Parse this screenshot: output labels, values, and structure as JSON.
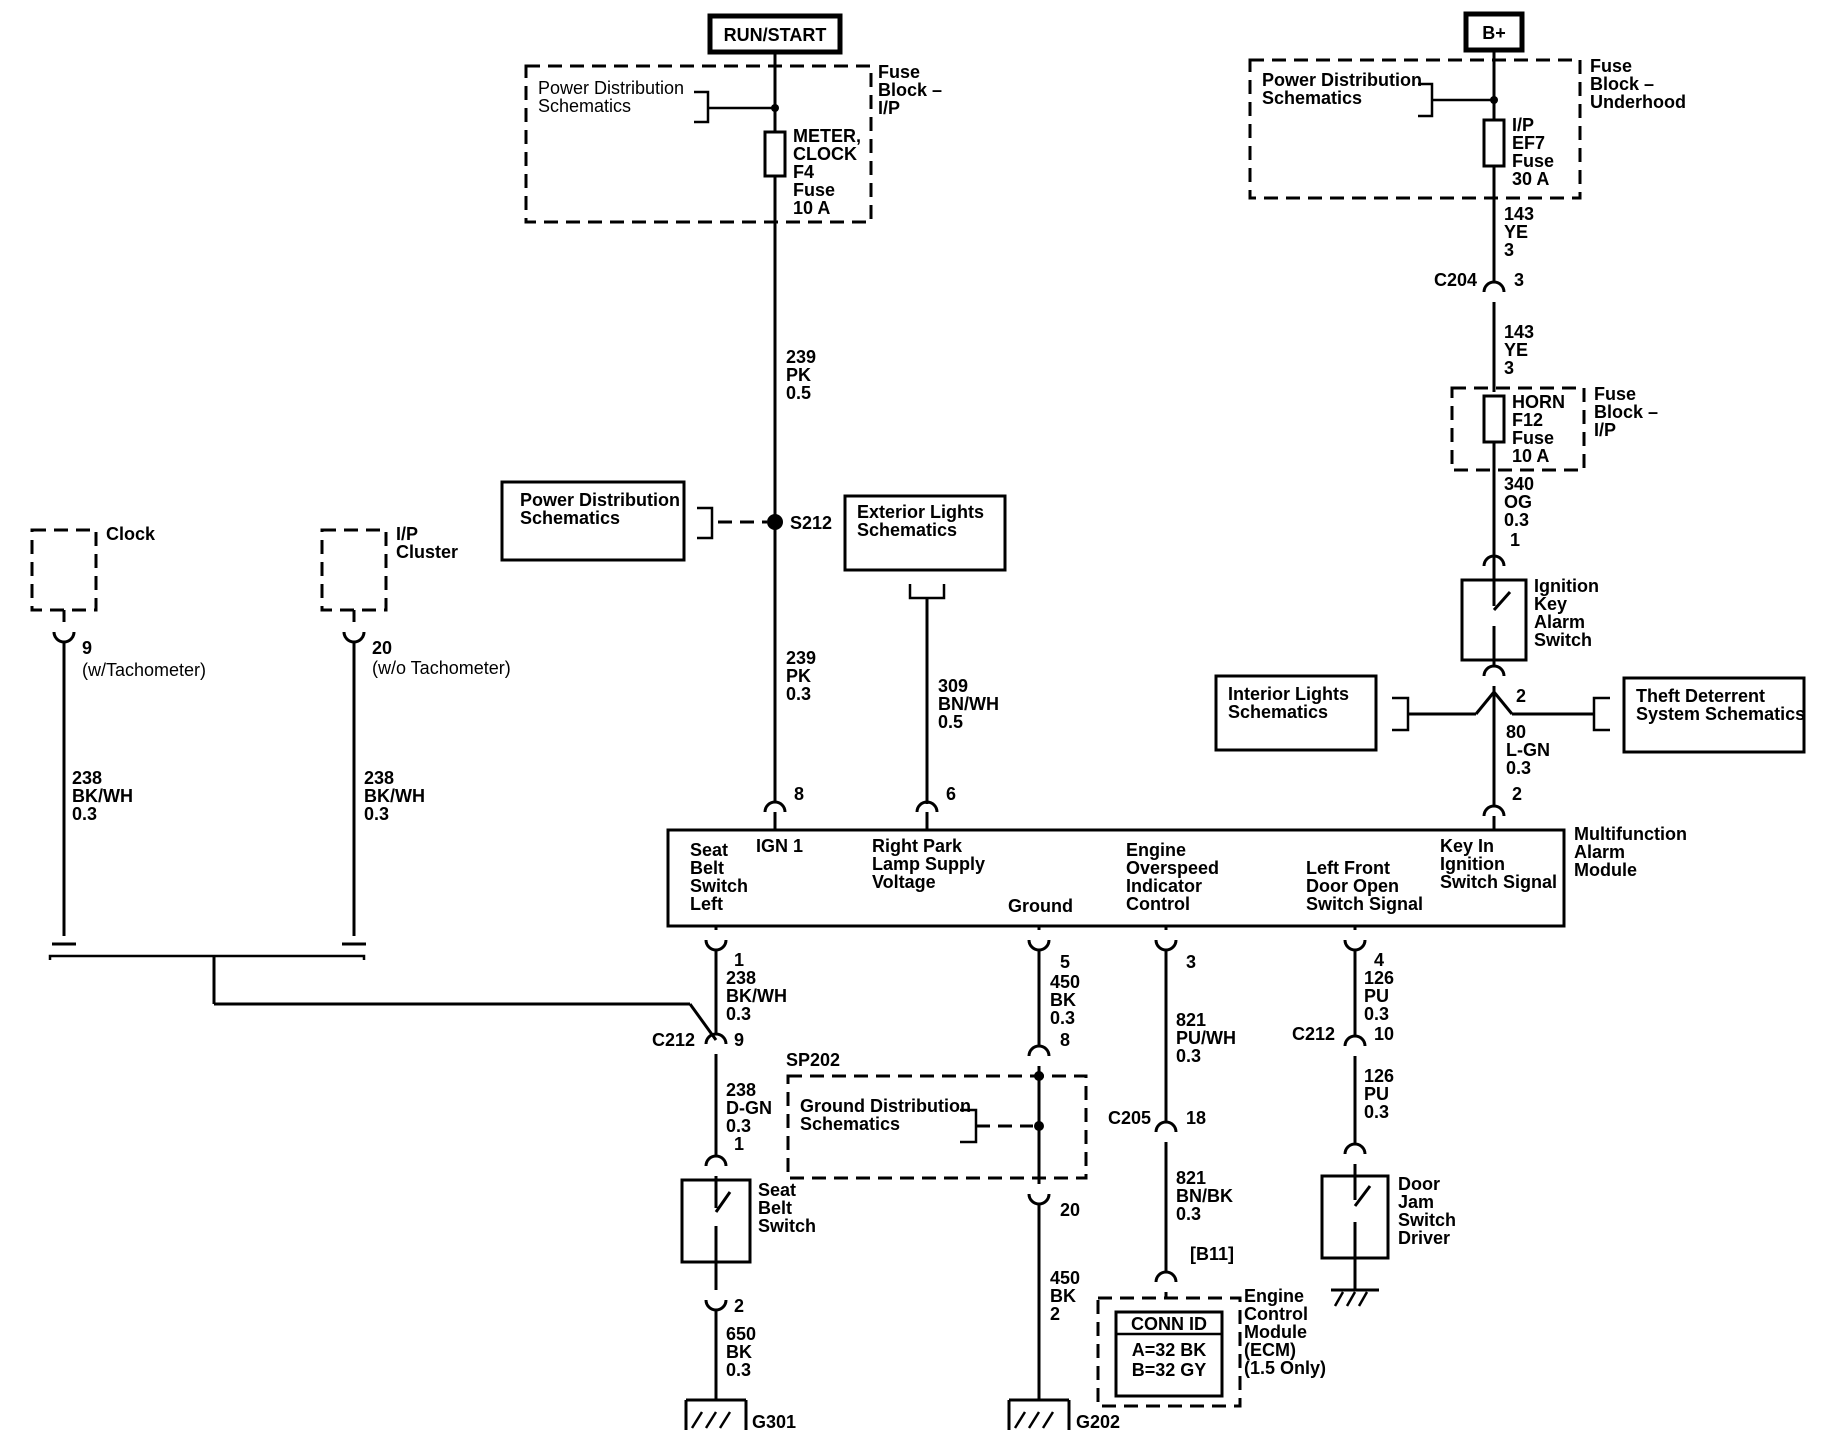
{
  "sources": {
    "run_start": "RUN/START",
    "b_plus": "B+"
  },
  "fuse_f4": {
    "power_dist": [
      "Power Distribution",
      "Schematics"
    ],
    "block": [
      "Fuse",
      "Block –",
      "I/P"
    ],
    "label": [
      "METER,",
      "CLOCK",
      "F4",
      "Fuse",
      "10 A"
    ]
  },
  "fuse_ef7": {
    "power_dist": [
      "Power Distribution",
      "Schematics"
    ],
    "block": [
      "Fuse",
      "Block –",
      "Underhood"
    ],
    "label": [
      "I/P",
      "EF7",
      "Fuse",
      "30 A"
    ]
  },
  "fuse_f12": {
    "block": [
      "Fuse",
      "Block –",
      "I/P"
    ],
    "label": [
      "HORN",
      "F12",
      "Fuse",
      "10 A"
    ]
  },
  "wires": {
    "w239_top": [
      "239",
      "PK",
      "0.5"
    ],
    "w239_bot": [
      "239",
      "PK",
      "0.3"
    ],
    "w309": [
      "309",
      "BN/WH",
      "0.5"
    ],
    "w143_a": [
      "143",
      "YE",
      "3"
    ],
    "w143_b": [
      "143",
      "YE",
      "3"
    ],
    "w340": [
      "340",
      "OG",
      "0.3"
    ],
    "w80": [
      "80",
      "L-GN",
      "0.3"
    ],
    "w238_clock": [
      "238",
      "BK/WH",
      "0.3"
    ],
    "w238_ip": [
      "238",
      "BK/WH",
      "0.3"
    ],
    "w238_module": [
      "238",
      "BK/WH",
      "0.3"
    ],
    "w238_dgn": [
      "238",
      "D-GN",
      "0.3"
    ],
    "w650": [
      "650",
      "BK",
      "0.3"
    ],
    "w450_a": [
      "450",
      "BK",
      "0.3"
    ],
    "w450_b": [
      "450",
      "BK",
      "2"
    ],
    "w821_a": [
      "821",
      "PU/WH",
      "0.3"
    ],
    "w821_b": [
      "821",
      "BN/BK",
      "0.3"
    ],
    "w126_a": [
      "126",
      "PU",
      "0.3"
    ],
    "w126_b": [
      "126",
      "PU",
      "0.3"
    ]
  },
  "splices": {
    "s212": "S212",
    "sp202": "SP202"
  },
  "connectors": {
    "c204": "C204",
    "c212_left": "C212",
    "c212_right": "C212",
    "c205": "C205"
  },
  "pins": {
    "c204": "3",
    "ignkey_1": "1",
    "ignkey_2": "2",
    "m8": "8",
    "m6": "6",
    "m2": "2",
    "m1": "1",
    "m5": "5",
    "m3": "3",
    "m4": "4",
    "c212_9": "9",
    "sp202_8": "8",
    "c212_10": "10",
    "c205_18": "18",
    "seat_1": "1",
    "seat_2": "2",
    "ground_20": "20",
    "clock_pin": "9",
    "clock_note": "(w/Tachometer)",
    "ip_pin": "20",
    "ip_note": "(w/o Tachometer)",
    "ecm_pin": "[B11]"
  },
  "boxes": {
    "power_dist_s212": [
      "Power Distribution",
      "Schematics"
    ],
    "exterior_lights": [
      "Exterior Lights",
      "Schematics"
    ],
    "interior_lights": [
      "Interior Lights",
      "Schematics"
    ],
    "theft_deterrent": [
      "Theft Deterrent",
      "System Schematics"
    ],
    "ground_dist": [
      "Ground Distribution",
      "Schematics"
    ]
  },
  "components": {
    "clock": "Clock",
    "ip_cluster": [
      "I/P",
      "Cluster"
    ],
    "ignition_key_switch": [
      "Ignition",
      "Key",
      "Alarm",
      "Switch"
    ],
    "seat_belt_switch": [
      "Seat",
      "Belt",
      "Switch"
    ],
    "door_jam_switch": [
      "Door",
      "Jam",
      "Switch",
      "Driver"
    ],
    "ecm": [
      "Engine",
      "Control",
      "Module",
      "(ECM)",
      "(1.5 Only)"
    ],
    "conn_id": [
      "CONN ID",
      "A=32 BK",
      "B=32 GY"
    ]
  },
  "module": {
    "name": [
      "Multifunction",
      "Alarm",
      "Module"
    ],
    "seat_belt": [
      "Seat",
      "Belt",
      "Switch",
      "Left"
    ],
    "ign1": "IGN 1",
    "right_park": [
      "Right Park",
      "Lamp Supply",
      "Voltage"
    ],
    "ground": "Ground",
    "engine_overspeed": [
      "Engine",
      "Overspeed",
      "Indicator",
      "Control"
    ],
    "left_front_door": [
      "Left Front",
      "Door Open",
      "Switch Signal"
    ],
    "key_in": [
      "Key In",
      "Ignition",
      "Switch Signal"
    ]
  },
  "grounds": {
    "g301": "G301",
    "g202": "G202"
  }
}
